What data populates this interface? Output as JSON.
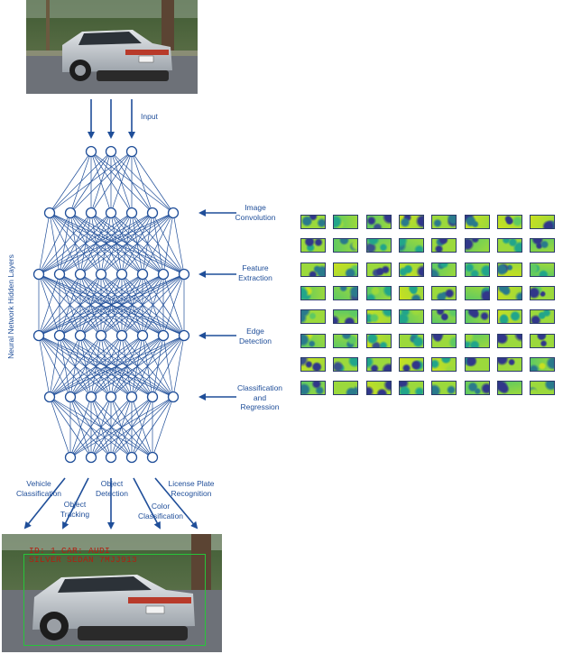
{
  "input_label": "Input",
  "side_title": "Neural Network Hidden Layers",
  "layer_labels": [
    {
      "lines": [
        "Image",
        "Convolution"
      ]
    },
    {
      "lines": [
        "Feature",
        "Extraction"
      ]
    },
    {
      "lines": [
        "Edge",
        "Detection"
      ]
    },
    {
      "lines": [
        "Classification",
        "and",
        "Regression"
      ]
    }
  ],
  "output_labels": [
    {
      "lines": [
        "Vehicle",
        "Classification"
      ]
    },
    {
      "lines": [
        "Object",
        "Tracking"
      ]
    },
    {
      "lines": [
        "Object",
        "Detection"
      ]
    },
    {
      "lines": [
        "Color",
        "Classification"
      ]
    },
    {
      "lines": [
        "License Plate",
        "Recognition"
      ]
    }
  ],
  "detection_overlay": {
    "line1": "ID: 1 CAR: AUDI",
    "line2": "SILVER SEDAN 7MJJ913"
  },
  "colors": {
    "network": "#1f4e99",
    "box": "#27c43a",
    "overlay_text": "#b02010"
  },
  "feature_map_grid": {
    "rows": 8,
    "cols": 8
  }
}
